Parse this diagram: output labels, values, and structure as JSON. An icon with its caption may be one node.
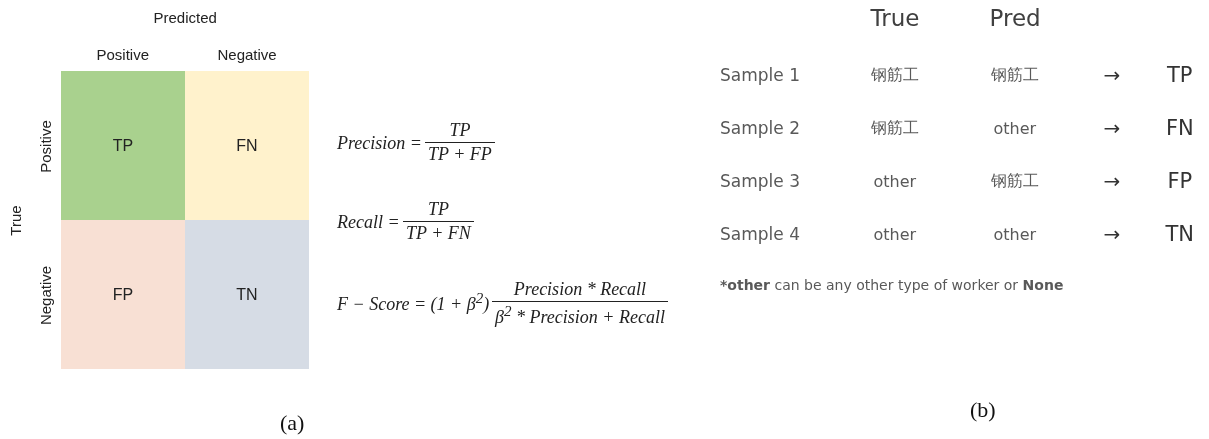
{
  "diagram": {
    "nodes": [
      {
        "text": [
          "TP"
        ]
      },
      {
        "text": [
          "FN"
        ]
      },
      {
        "text": [
          "FP"
        ]
      },
      {
        "text": [
          "TN"
        ]
      }
    ],
    "edges": [],
    "labels": [
      "Predicted",
      "Positive",
      "Negative",
      "True",
      "Positive",
      "Negative",
      "Precision =",
      "TP",
      "TP + FP",
      "Recall =",
      "TP",
      "TP + FN",
      "F − Score = (1 + β$^{2}$)",
      "Precision * Recall",
      "β$^{2}$ * Precision + Recall",
      "(a)",
      "True",
      "Pred",
      "Sample 1",
      "钢筋工",
      "钢筋工",
      "→",
      "TP",
      "Sample 2",
      "钢筋工",
      "other",
      "→",
      "FN",
      "Sample 3",
      "other",
      "钢筋工",
      "→",
      "FP",
      "Sample 4",
      "other",
      "other",
      "→",
      "TN",
      "***other** can be any other type of worker or **None**",
      "(b)"
    ]
  }
}
